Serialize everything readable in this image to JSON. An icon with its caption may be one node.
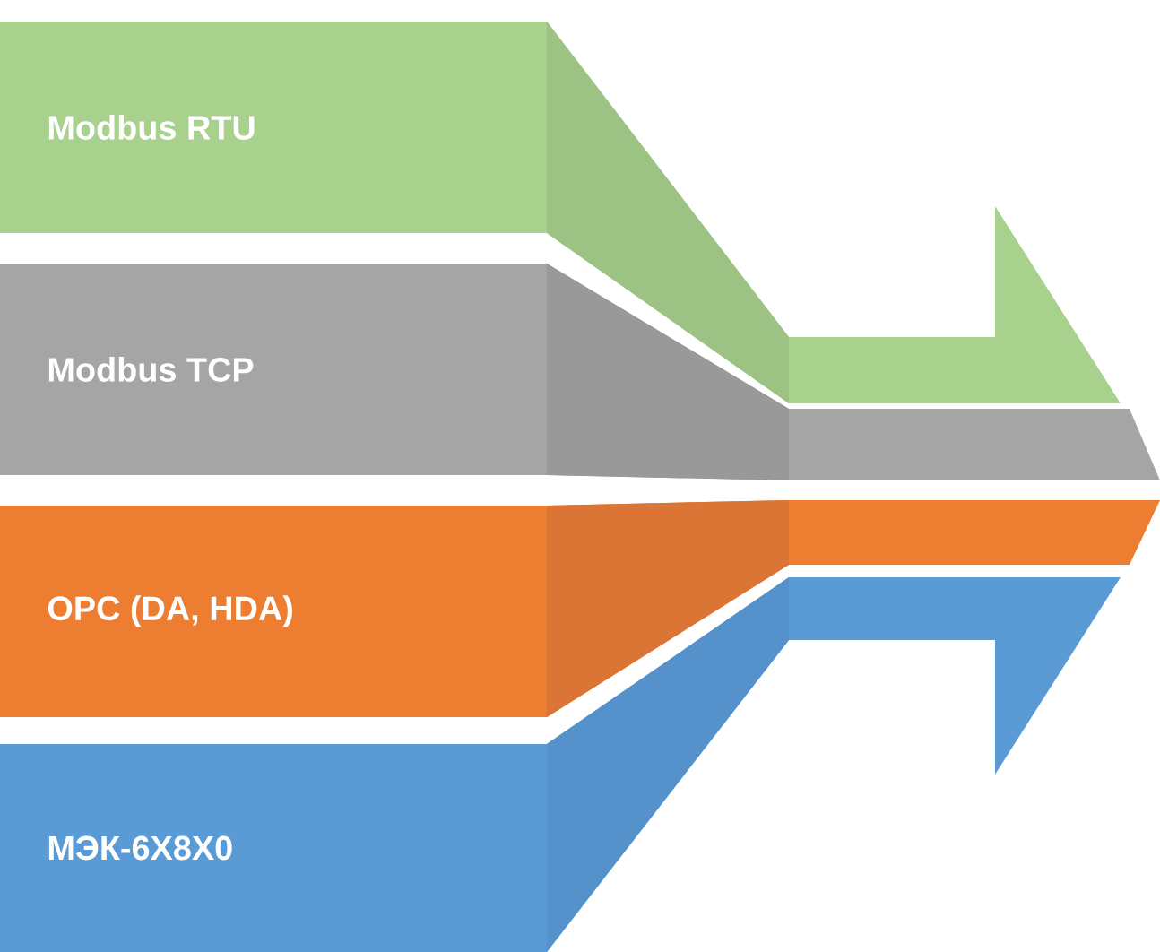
{
  "diagram": {
    "nodes": [
      {
        "text": [
          "Modbus RTU"
        ]
      },
      {
        "text": [
          "Modbus TCP"
        ]
      },
      {
        "text": [
          "OPC (DA, HDA)"
        ]
      },
      {
        "text": [
          "МЭК-6Х8Х0"
        ]
      }
    ]
  }
}
